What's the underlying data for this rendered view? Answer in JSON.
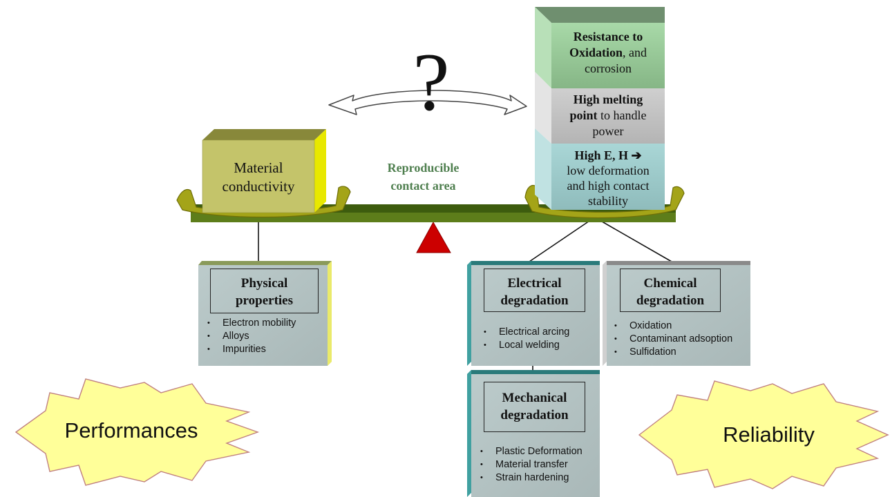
{
  "question_mark": "?",
  "center_label": {
    "line1": "Reproducible",
    "line2": "contact area"
  },
  "left_block": {
    "line1": "Material",
    "line2": "conductivity"
  },
  "right_stack": {
    "top": {
      "bold1": "Resistance to",
      "bold2": "Oxidation",
      "rest2": ", and",
      "line3": "corrosion"
    },
    "middle": {
      "bold1": "High melting",
      "bold2": "point",
      "rest2": " to handle",
      "line3": "power"
    },
    "bottom": {
      "bold1": "High E, H ",
      "arrow": "➔",
      "line2": "low deformation",
      "line3": "and high contact",
      "line4": "stability"
    }
  },
  "cards": {
    "physical": {
      "title1": "Physical",
      "title2": "properties",
      "items": [
        "Electron mobility",
        "Alloys",
        "Impurities"
      ]
    },
    "electrical": {
      "title1": "Electrical",
      "title2": "degradation",
      "items": [
        "Electrical arcing",
        "Local welding"
      ]
    },
    "chemical": {
      "title1": "Chemical",
      "title2": "degradation",
      "items": [
        "Oxidation",
        "Contaminant adsoption",
        "Sulfidation"
      ]
    },
    "mechanical": {
      "title1": "Mechanical",
      "title2": "degradation",
      "items": [
        "Plastic Deformation",
        "Material transfer",
        "Strain hardening"
      ]
    }
  },
  "bursts": {
    "left": "Performances",
    "right": "Reliability"
  },
  "colors": {
    "beam": "#4a6a12",
    "pan": "#9a9a14",
    "fulcrum": "#cc0000",
    "left_block": "#c4c46a",
    "card": "#b0bfc0",
    "burst_fill": "#ffff99",
    "burst_stroke": "#c08080",
    "stack_top": "#a3cfa3",
    "stack_middle": "#c4c4c4",
    "stack_bottom": "#9ec8c8",
    "center_label": "#4f7f4f"
  }
}
